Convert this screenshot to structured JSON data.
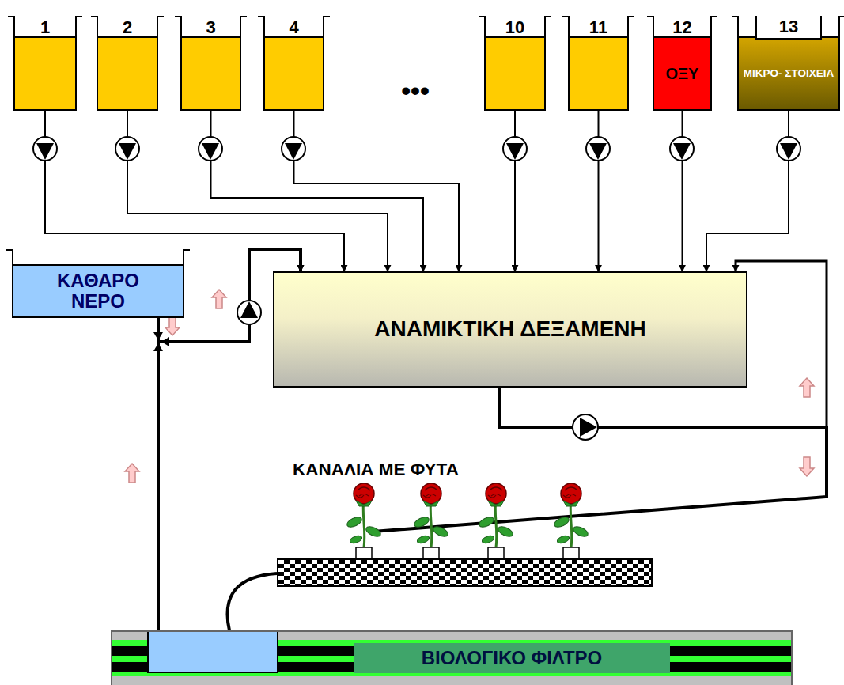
{
  "diagram": {
    "nodes": [
      {
        "text": [
          "1"
        ]
      },
      {
        "text": [
          "2"
        ]
      },
      {
        "text": [
          "3"
        ]
      },
      {
        "text": [
          "4"
        ]
      },
      {
        "text": [
          "10"
        ]
      },
      {
        "text": [
          "11"
        ]
      },
      {
        "text": [
          "12",
          "ΟΞΥ"
        ]
      },
      {
        "text": [
          "13",
          "ΜΙΚΡΟ- ΣΤΟΙΧΕΙΑ"
        ]
      },
      {
        "text": [
          "ΚΑΘΑΡΟ ΝΕΡΟ"
        ]
      },
      {
        "text": [
          "ΑΝΑΜΙΚΤΙΚΗ ΔΕΞΑΜΕΝΗ"
        ]
      },
      {
        "text": [
          "ΚΑΝΑΛΙΑ ΜΕ ΦΥΤΑ"
        ]
      },
      {
        "text": [
          "ΒΙΟΛΟΓΙΚΟ ΦΙΛΤΡΟ"
        ]
      }
    ],
    "edges": [
      {
        "from": 0,
        "to": 9,
        "arrow": "to"
      },
      {
        "from": 1,
        "to": 9,
        "arrow": "to"
      },
      {
        "from": 2,
        "to": 9,
        "arrow": "to"
      },
      {
        "from": 3,
        "to": 9,
        "arrow": "to"
      },
      {
        "from": 4,
        "to": 9,
        "arrow": "to"
      },
      {
        "from": 5,
        "to": 9,
        "arrow": "to"
      },
      {
        "from": 6,
        "to": 9,
        "arrow": "to"
      },
      {
        "from": 7,
        "to": 9,
        "arrow": "to"
      },
      {
        "from": 8,
        "to": 9,
        "arrow": "to"
      },
      {
        "from": 11,
        "to": 9,
        "arrow": "to"
      },
      {
        "from": 9,
        "to": 10,
        "arrow": "none"
      },
      {
        "from": 10,
        "to": 11,
        "arrow": "none"
      }
    ],
    "labels": [
      "•••"
    ]
  }
}
